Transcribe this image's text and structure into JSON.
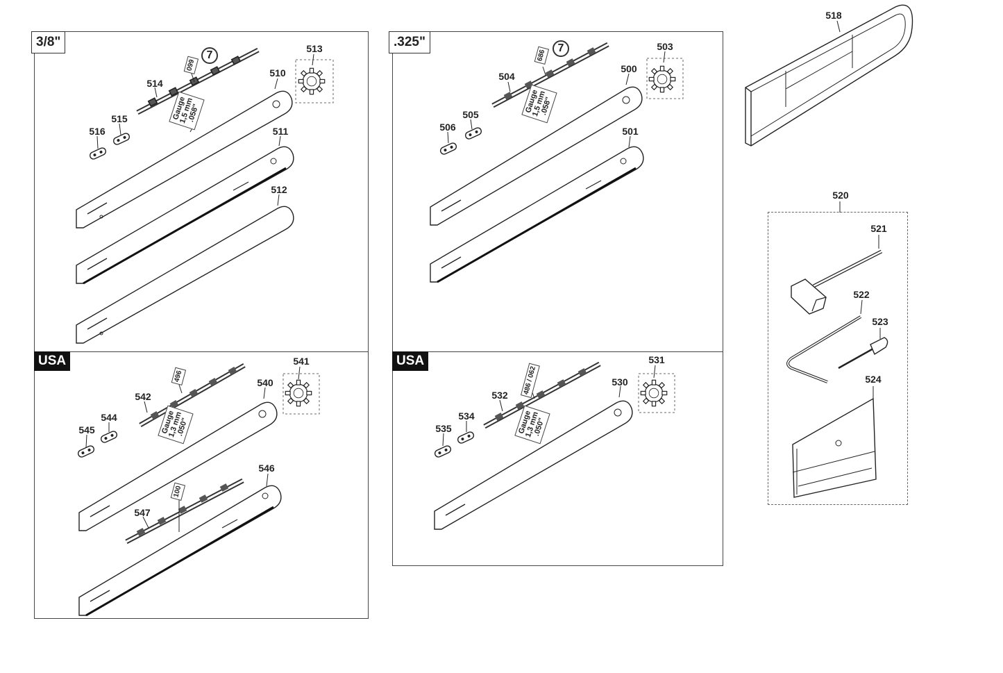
{
  "panels": {
    "p38": {
      "tag": "3/8\""
    },
    "p325": {
      "tag": ".325\""
    },
    "usa1": {
      "tag": "USA"
    },
    "usa2": {
      "tag": "USA"
    }
  },
  "labels": {
    "n510": "510",
    "n511": "511",
    "n512": "512",
    "n513": "513",
    "n514": "514",
    "n515": "515",
    "n516": "516",
    "n500": "500",
    "n501": "501",
    "n503": "503",
    "n504": "504",
    "n505": "505",
    "n506": "506",
    "n540": "540",
    "n541": "541",
    "n542": "542",
    "n544": "544",
    "n545": "545",
    "n546": "546",
    "n547": "547",
    "n530": "530",
    "n531": "531",
    "n532": "532",
    "n534": "534",
    "n535": "535",
    "n518": "518",
    "n520": "520",
    "n521": "521",
    "n522": "522",
    "n523": "523",
    "n524": "524"
  },
  "chain_codes": {
    "c099": "099",
    "c686": "686",
    "c496": "496",
    "c100": "100",
    "c486": "486 / 062",
    "seven": "7"
  },
  "gauges": {
    "g15": {
      "line1": "Gauge",
      "line2": "1,5 mm",
      "line3": ".058\""
    },
    "g13": {
      "line1": "Gauge",
      "line2": "1,3 mm",
      "line3": ".050\""
    }
  }
}
